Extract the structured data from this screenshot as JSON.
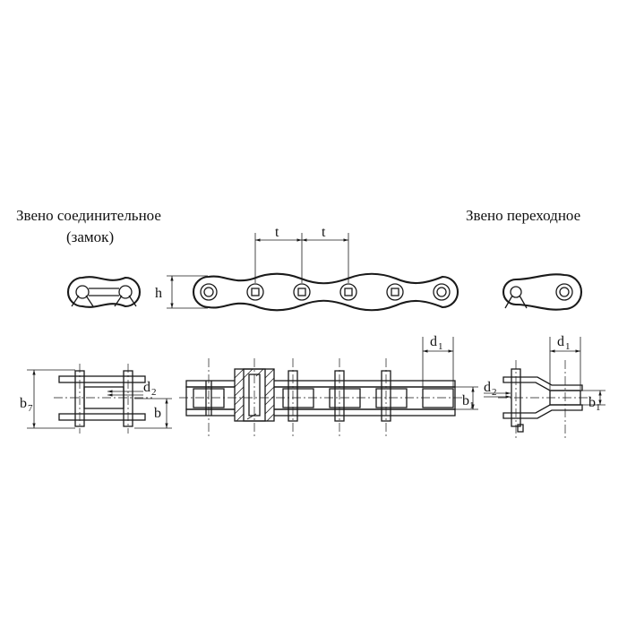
{
  "labels": {
    "connecting_link": "Звено соединительное",
    "connecting_link_note": "(замок)",
    "transition_link": "Звено переходное"
  },
  "dimensions": {
    "pitch": "t",
    "height": "h",
    "width_outer": "b",
    "width_outer_sub": "7",
    "width": "b",
    "pin_dia": "d",
    "pin_dia_sub": "2",
    "roller_dia": "d",
    "roller_dia_sub": "1",
    "inner_width": "b",
    "inner_width_sub": "1"
  }
}
